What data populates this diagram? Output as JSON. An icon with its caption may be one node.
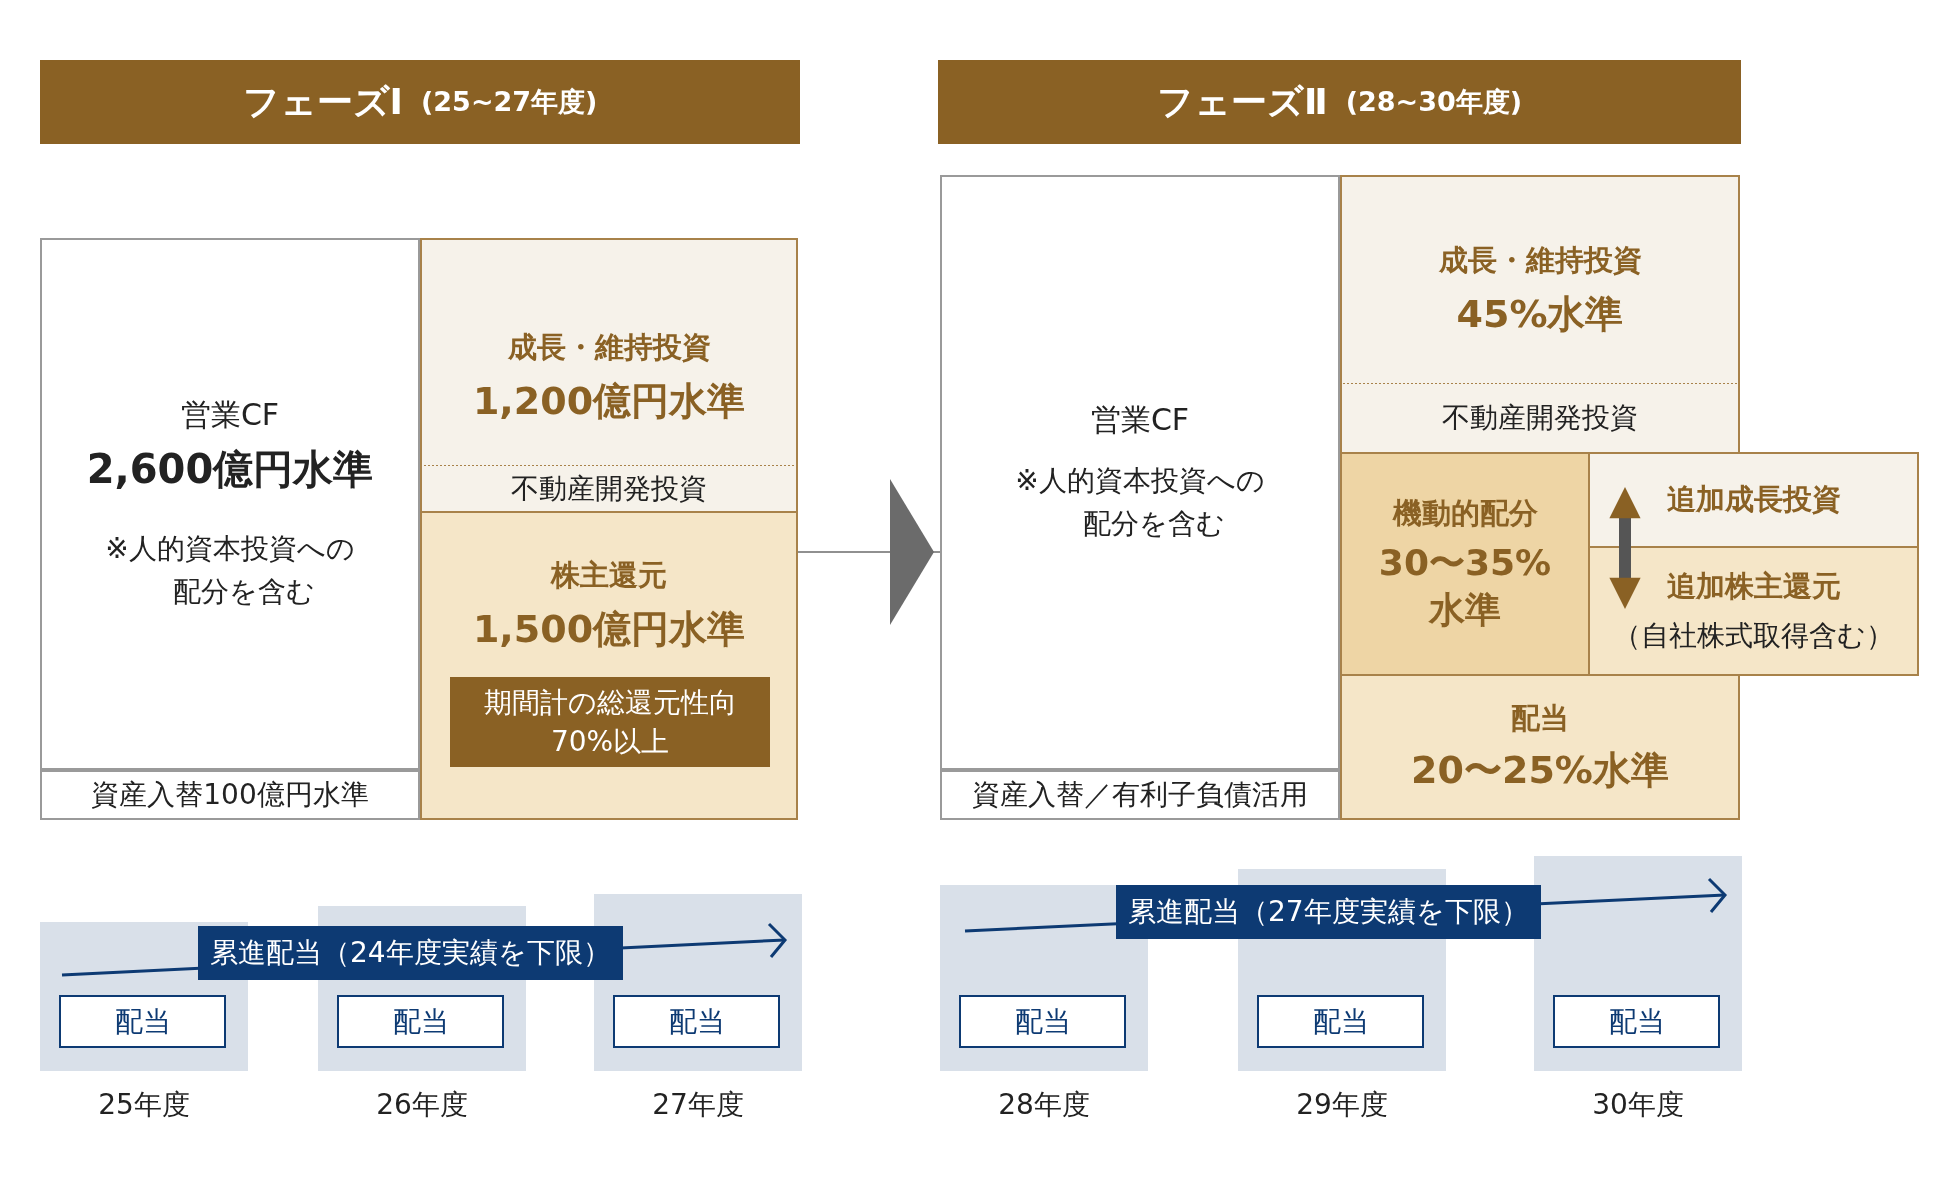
{
  "diagram": {
    "nodes": [
      {
        "text": [
          "フェーズⅠ",
          "(25~27年度)"
        ]
      },
      {
        "text": [
          "フェーズⅡ",
          "(28~30年度)"
        ]
      },
      {
        "text": [],
        "shape": "box"
      },
      {
        "text": [
          "営業CF",
          "2,600億円水準",
          "※人的資本投資への配分を含む"
        ],
        "in": 2
      },
      {
        "text": [
          "資産入替100億円水準"
        ],
        "in": 2
      },
      {
        "text": [
          "成長・維持投資",
          "1,200億円水準"
        ],
        "in": 2
      },
      {
        "text": [
          "不動産開発投資"
        ],
        "in": 2
      },
      {
        "text": [
          "株主還元",
          "1,500億円水準"
        ],
        "in": 2
      },
      {
        "text": [
          "期間計の総還元性向 70%以上"
        ],
        "in": 7
      },
      {
        "text": [],
        "shape": "box"
      },
      {
        "text": [
          "営業CF",
          "※人的資本投資への配分を含む"
        ],
        "in": 9
      },
      {
        "text": [
          "資産入替／有利子負債活用"
        ],
        "in": 9
      },
      {
        "text": [
          "成長・維持投資",
          "45%水準"
        ],
        "in": 9
      },
      {
        "text": [
          "不動産開発投資"
        ],
        "in": 9
      },
      {
        "text": [
          "機動的配分",
          "30〜35%水準"
        ],
        "in": 9
      },
      {
        "text": [
          "追加成長投資"
        ]
      },
      {
        "text": [
          "追加株主還元",
          "（自社株式取得含む）"
        ]
      },
      {
        "text": [
          "配当",
          "20〜25%水準"
        ],
        "in": 9
      },
      {
        "text": [],
        "shape": "bar",
        "beside": [
          "25年度"
        ]
      },
      {
        "text": [
          "配当"
        ],
        "in": 18
      },
      {
        "text": [],
        "shape": "bar",
        "beside": [
          "26年度"
        ]
      },
      {
        "text": [
          "配当"
        ],
        "in": 20
      },
      {
        "text": [],
        "shape": "bar",
        "beside": [
          "27年度"
        ]
      },
      {
        "text": [
          "配当"
        ],
        "in": 22
      },
      {
        "text": [],
        "shape": "bar",
        "beside": [
          "28年度"
        ]
      },
      {
        "text": [
          "配当"
        ],
        "in": 24
      },
      {
        "text": [],
        "shape": "bar",
        "beside": [
          "29年度"
        ]
      },
      {
        "text": [
          "配当"
        ],
        "in": 26
      },
      {
        "text": [],
        "shape": "bar",
        "beside": [
          "30年度"
        ]
      },
      {
        "text": [
          "配当"
        ],
        "in": 28
      }
    ],
    "edges": [
      {
        "from": 2,
        "to": 9,
        "arrow": "to"
      },
      {
        "from": 15,
        "to": 16,
        "arrow": "both",
        "style": "thick"
      }
    ],
    "labels": [
      "累進配当（24年度実績を下限）",
      "累進配当（27年度実績を下限）"
    ]
  }
}
